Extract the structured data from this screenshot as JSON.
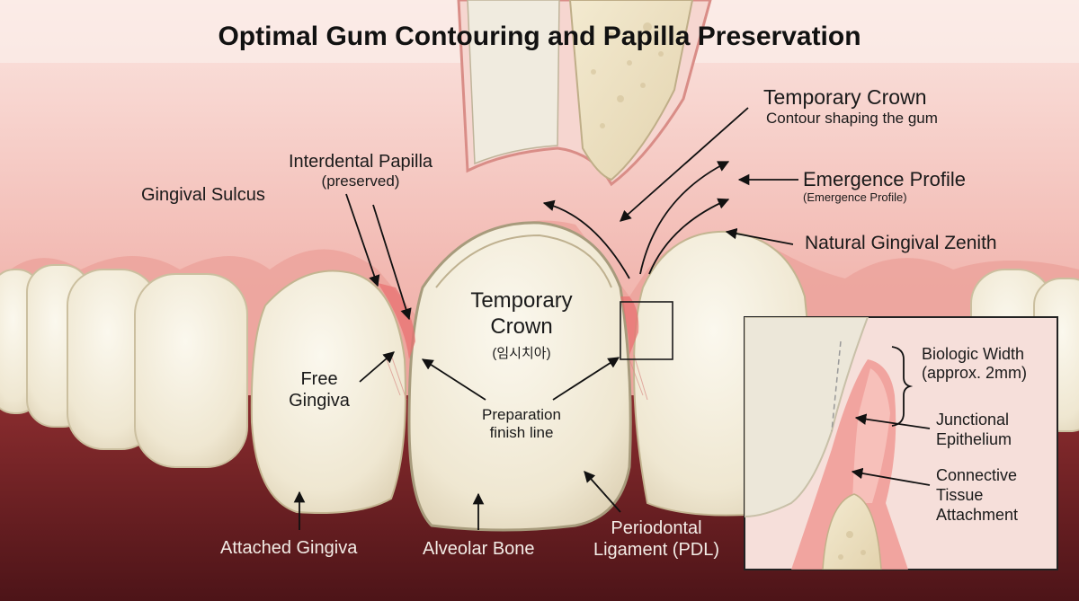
{
  "title": "Optimal Gum Contouring and Papilla Preservation",
  "labels": {
    "temporary_crown_right": "Temporary Crown",
    "temporary_crown_right_sub": "Contour shaping the gum",
    "emergence_profile": "Emergence Profile",
    "emergence_profile_sub": "(Emergence Profile)",
    "natural_gingival_zenith": "Natural Gingival Zenith",
    "interdental_papilla": "Interdental Papilla",
    "interdental_papilla_sub": "(preserved)",
    "gingival_sulcus": "Gingival Sulcus",
    "temporary_crown_center_1": "Temporary",
    "temporary_crown_center_2": "Crown",
    "temporary_crown_korean": "(임시치아)",
    "free_gingiva_1": "Free",
    "free_gingiva_2": "Gingiva",
    "preparation_finish_line_1": "Preparation",
    "preparation_finish_line_2": "finish line",
    "attached_gingiva": "Attached Gingiva",
    "alveolar_bone": "Alveolar Bone",
    "periodontal_ligament_1": "Periodontal",
    "periodontal_ligament_2": "Ligament (PDL)"
  },
  "inset": {
    "biologic_width_1": "Biologic Width",
    "biologic_width_2": "(approx. 2mm)",
    "junctional_epithelium_1": "Junctional",
    "junctional_epithelium_2": "Epithelium",
    "connective_tissue_1": "Connective",
    "connective_tissue_2": "Tissue",
    "connective_tissue_3": "Attachment"
  },
  "colors": {
    "gum": "#f0b3ad",
    "gum_dark": "#e38c86",
    "tooth": "#f3eddc",
    "bone": "#eee2c4",
    "lower_tissue": "#6a1f23",
    "ink": "#1a1a1a"
  }
}
